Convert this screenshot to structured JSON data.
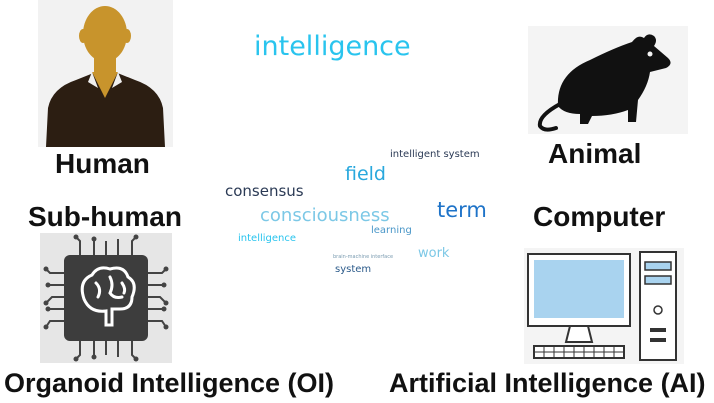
{
  "labels": {
    "human": "Human",
    "animal": "Animal",
    "sub_human": "Sub-human",
    "computer": "Computer",
    "organoid": "Organoid Intelligence (OI)",
    "ai": "Artificial Intelligence (AI)"
  },
  "word_cloud": {
    "intelligence_title": "intelligence",
    "intelligent_system": "intelligent system",
    "field": "field",
    "consensus": "consensus",
    "term": "term",
    "consciousness": "consciousness",
    "learning": "learning",
    "intelligence_small": "intelligence",
    "work": "work",
    "brain_machine_interface": "brain-machine interface",
    "system": "system"
  },
  "icons": {
    "human": "person-silhouette-icon",
    "animal": "rat-icon",
    "sub_human": "brain-chip-icon",
    "computer": "desktop-computer-icon"
  },
  "colors": {
    "cyan": "#29c4ee",
    "dark_navy": "#2b3a55",
    "blue": "#1e73c8",
    "light_blue": "#7cc8e6",
    "mid_blue": "#4a97c8"
  }
}
